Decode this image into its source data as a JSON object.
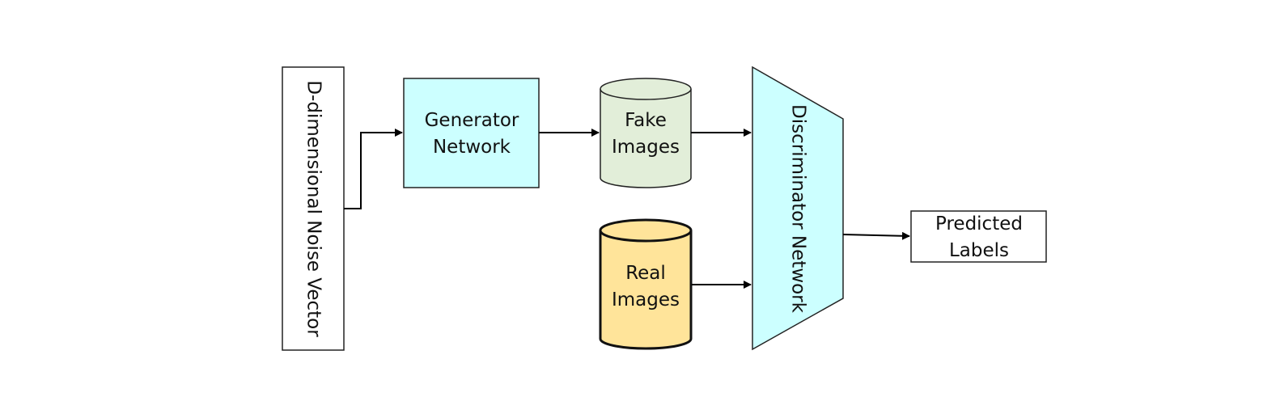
{
  "diagram": {
    "noise_vector": {
      "label": "D-dimensional Noise Vector",
      "color": "#ffffff"
    },
    "generator": {
      "line1": "Generator",
      "line2": "Network",
      "color": "#ccffff"
    },
    "fake_images": {
      "line1": "Fake",
      "line2": "Images",
      "color": "#e2eed9"
    },
    "real_images": {
      "line1": "Real",
      "line2": "Images",
      "color": "#ffe49a"
    },
    "discriminator": {
      "label": "Discriminator Network",
      "color": "#ccffff"
    },
    "predicted_labels": {
      "line1": "Predicted",
      "line2": "Labels",
      "color": "#ffffff"
    }
  }
}
